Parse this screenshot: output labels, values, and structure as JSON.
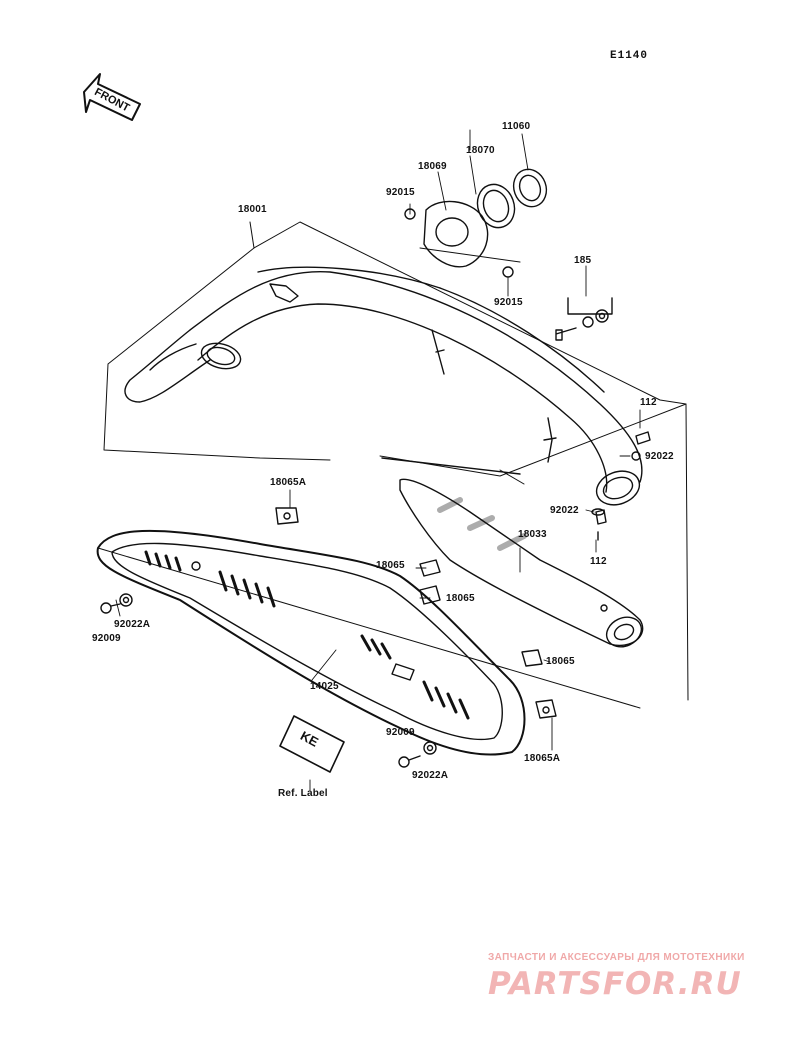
{
  "figure_number": "E1140",
  "front_label": "FRONT",
  "ref_label_text": "Ref. Label",
  "ref_label_mark": "KE",
  "parts": {
    "p18001": "18001",
    "p18069": "18069",
    "p18070": "18070",
    "p11060": "11060",
    "p92015_top": "92015",
    "p92015_bottom": "92015",
    "p185": "185",
    "p112_top": "112",
    "p92022_top": "92022",
    "p92022_mid": "92022",
    "p112_bottom": "112",
    "p18033": "18033",
    "p18065A_top": "18065A",
    "p18065_a": "18065",
    "p18065_b": "18065",
    "p18065_c": "18065",
    "p18065A_bottom": "18065A",
    "p92009_left": "92009",
    "p92022A_left": "92022A",
    "p14025": "14025",
    "p92009_bottom": "92009",
    "p92022A_bottom": "92022A"
  },
  "watermark": {
    "tagline": "ЗАПЧАСТИ И АКСЕССУАРЫ ДЛЯ МОТОТЕХНИКИ",
    "logo": "PARTSFOR.RU",
    "color": "#f0a8a8"
  }
}
